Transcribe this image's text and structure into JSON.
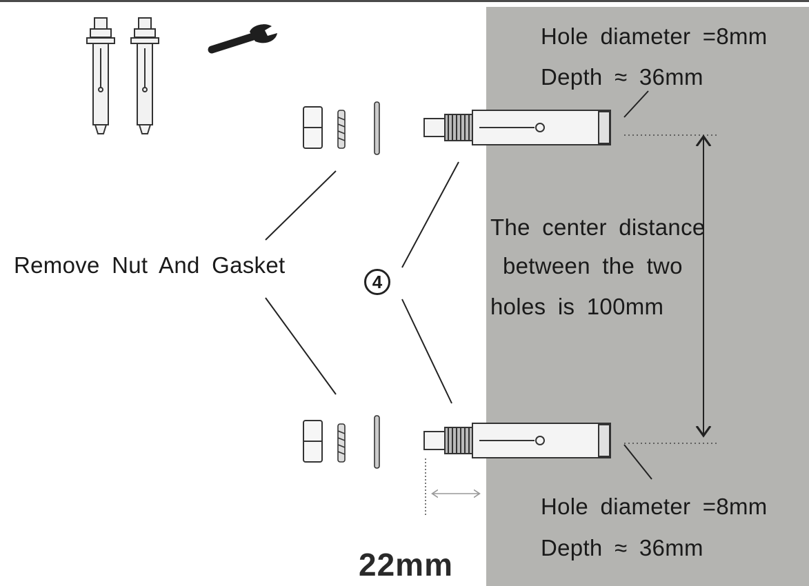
{
  "labels": {
    "top_hole_diameter": "Hole diameter =8mm",
    "top_depth": "Depth ≈ 36mm",
    "center_distance_line1": "The center distance",
    "center_distance_line2": "between the two",
    "center_distance_line3": "holes is 100mm",
    "remove_nut": "Remove Nut And Gasket",
    "bottom_hole_diameter": "Hole diameter =8mm",
    "bottom_depth": "Depth ≈ 36mm",
    "step_number": "4",
    "edge_distance": "22mm"
  },
  "icons": [
    "expansion-bolt-icon",
    "wrench-icon",
    "nut-icon",
    "spring-washer-icon",
    "flat-gasket-icon",
    "arrow-icon"
  ],
  "colors": {
    "wall": "#b4b4b1",
    "lines": "#222222",
    "background": "#ffffff"
  }
}
